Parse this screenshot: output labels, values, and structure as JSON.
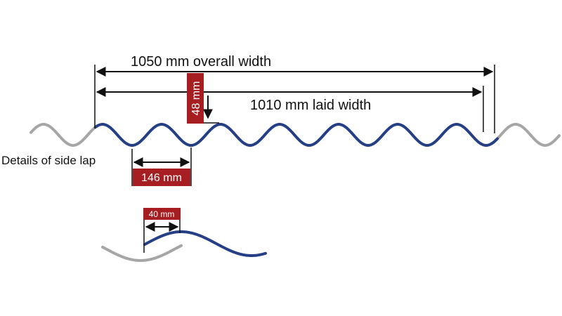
{
  "colors": {
    "sheet": "#243f86",
    "adjacent_sheet": "#a6a6a6",
    "tag": "#a61e22",
    "dimension": "#111111"
  },
  "dimensions": {
    "overall_width": "1050 mm overall width",
    "laid_width": "1010 mm laid width",
    "profile_height": "48 mm",
    "pitch": "146 mm",
    "lap_offset": "40 mm"
  },
  "caption": "Details of side lap"
}
